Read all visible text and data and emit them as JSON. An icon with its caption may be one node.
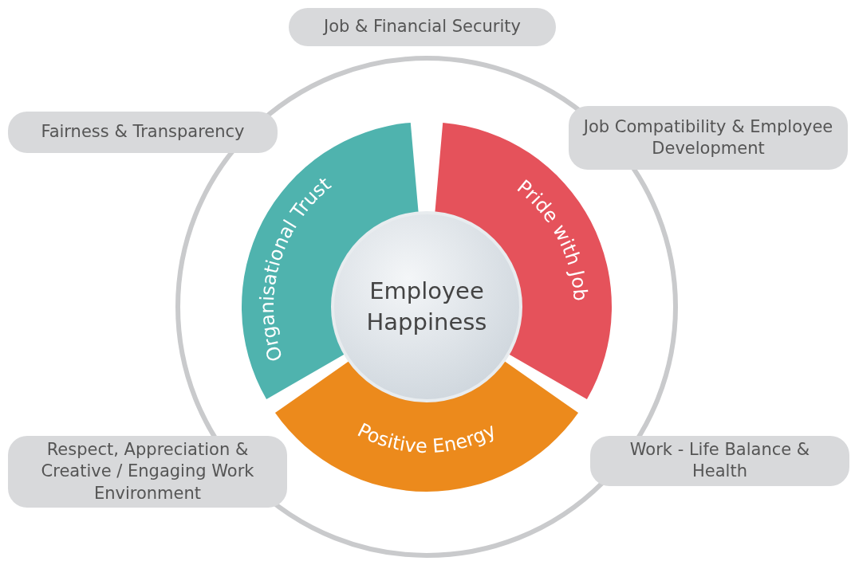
{
  "diagram": {
    "nodes": [
      {
        "text": [],
        "shape": "circle"
      },
      {
        "text": [
          "Job & Financial Security"
        ]
      },
      {
        "text": [
          "Fairness & Transparency"
        ]
      },
      {
        "text": [
          "Job Compatibility & Employee Development"
        ]
      },
      {
        "text": [
          "Organisational Trust"
        ],
        "in": 0
      },
      {
        "text": [
          "Pride with Job"
        ],
        "in": 0
      },
      {
        "text": [
          "Employee Happiness"
        ],
        "in": 0
      },
      {
        "text": [
          "Positive Energy"
        ],
        "in": 0
      },
      {
        "text": [
          "Respect, Appreciation & Creative / Engaging Work Environment"
        ]
      },
      {
        "text": [
          "Work - Life Balance & Health"
        ]
      }
    ]
  }
}
